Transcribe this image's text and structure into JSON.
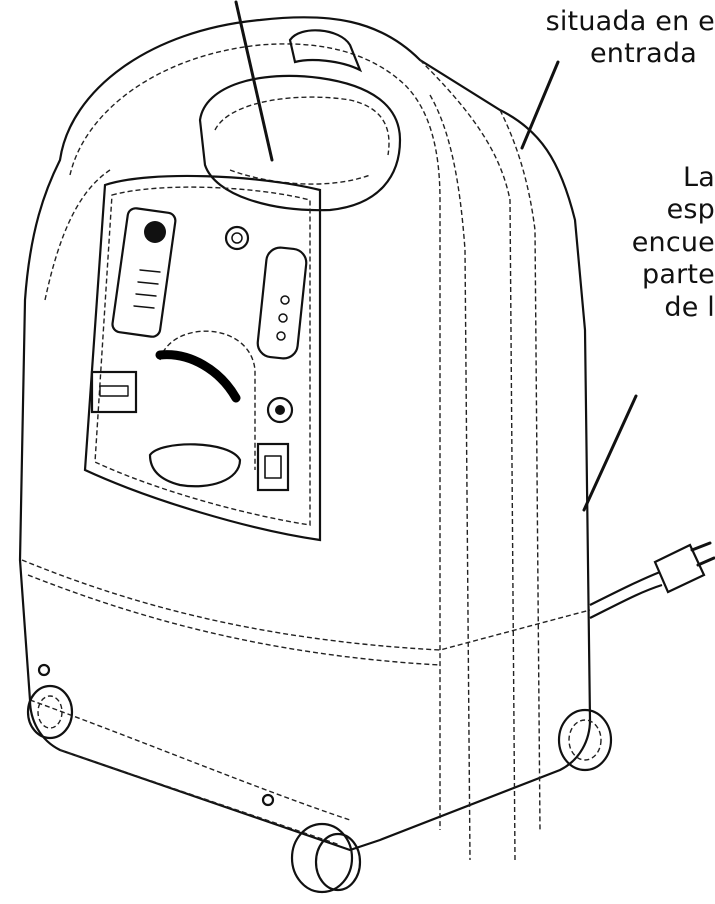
{
  "callouts": {
    "top_right": {
      "line1": "situada en e",
      "line2": "entrada"
    },
    "right_middle": {
      "line1": "La",
      "line2": "esp",
      "line3": "encue",
      "line4": "parte",
      "line5": "de l"
    }
  },
  "colors": {
    "ink": "#111111",
    "background": "#ffffff",
    "hose": "#000000"
  },
  "icons": {
    "device": "oxygen-concentrator-line-art",
    "plug": "power-plug-icon"
  }
}
